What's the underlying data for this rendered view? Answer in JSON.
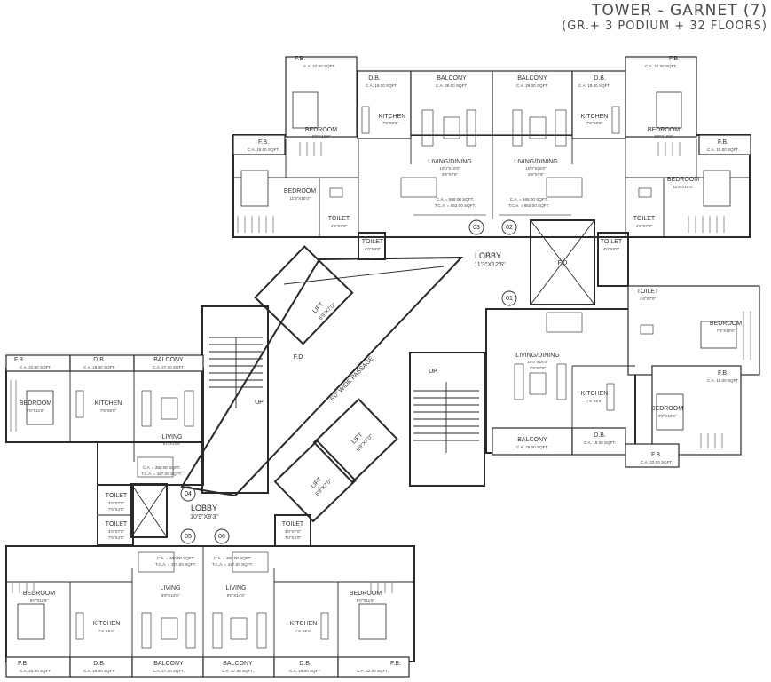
{
  "header": {
    "title": "TOWER - GARNET (7)",
    "subtitle": "(GR.+ 3 PODIUM + 32 FLOORS)"
  },
  "core": {
    "lobby_main": "LOBBY",
    "lobby_main_size": "11'3\"X12'6\"",
    "lobby_lower": "LOBBY",
    "lobby_lower_size": "10'9\"X8'3\"",
    "passage": "6'0\" WIDE PASSAGE",
    "lift1": "LIFT",
    "lift1_size": "6'6\"X7'0\"",
    "lift2": "LIFT",
    "lift2_size": "6'9\"X7'0\"",
    "lift3": "LIFT",
    "lift3_size": "6'9\"X7'0\"",
    "stair_up_1": "UP",
    "stair_up_2": "UP",
    "fd_1": "F.D",
    "fd_2": "F.D",
    "flat_numbers": [
      "01",
      "02",
      "03",
      "04",
      "05",
      "06"
    ]
  },
  "labels": {
    "fb": "F.B.",
    "db": "D.B.",
    "balcony": "BALCONY",
    "kitchen": "KITCHEN",
    "bedroom": "BEDROOM",
    "living": "LIVING",
    "living_dining": "LIVING/DINING",
    "toilet": "TOILET"
  },
  "areas": {
    "ca_2200": "C.A. 22.00 SQFT.",
    "ca_1800": "C.A. 18.00 SQFT.",
    "ca_1500": "C.A. 15.00 SQFT.",
    "ca_2900": "C.A. 29.00 SQFT.",
    "ca_2700": "C.A. 27.00 SQFT.",
    "ca_568": "C.A. = 568.00 SQFT.",
    "tca_652": "T.C.A. = 652.00 SQFT.",
    "ca_360": "C.A. = 360.00 SQFT.",
    "tca_427": "T.C.A. = 427.00 SQFT."
  },
  "sizes": {
    "kitchen_top": "7'6\"X8'6\"",
    "bed_top": "9'0\"X10'6\"",
    "bed_big": "11'6\"X10'3\"",
    "living_dining_1": "10'0\"X16'0\"",
    "living_dining_2": "3'9\"X7'6\"",
    "toilet_a": "4'6\"X7'0\"",
    "toilet_b": "4'0\"X8'0\"",
    "bed_left": "9'0\"X11'6\"",
    "kitchen_left": "7'6\"X8'0\"",
    "bed_bottom": "9'0\"X11'6\"",
    "kitchen_bottom": "7'6\"X8'0\"",
    "living_bottom": "9'0\"X14'6\"",
    "toilet_c": "4'0\"X7'0\"",
    "toilet_d": "7'0\"X4'0\"",
    "bed_right": "7'6\"X10'6\"",
    "bed_right2": "9'0\"X10'6\""
  }
}
